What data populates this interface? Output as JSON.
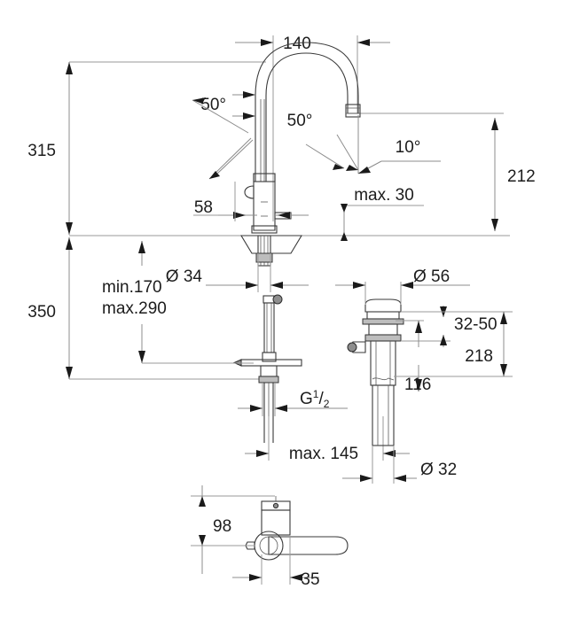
{
  "drawing": {
    "title": "Single-lever basin mixer dimensional drawing",
    "units": "mm",
    "line_color": "#8c8c8c",
    "outline_color": "#3a3a3a",
    "text_color": "#1c1c1c",
    "background": "#ffffff"
  },
  "dimensions": {
    "spout_reach": "140",
    "total_height": "315",
    "overall_height": "350",
    "spout_height": "212",
    "body_offset": "58",
    "aerator_angle": "10°",
    "swivel_angle_left": "50°",
    "swivel_angle_right": "50°",
    "max_deck_thickness": "max. 30",
    "shank_diameter": "Ø 34",
    "waste_flange_diameter": "Ø 56",
    "hose_min": "min.170",
    "hose_max": "max.290",
    "thread": "G",
    "thread_frac_num": "1",
    "thread_frac_den": "2",
    "max_tail_length": "max. 145",
    "waste_deck_range": "32-50",
    "waste_total_height": "218",
    "waste_outlet_height": "116",
    "waste_pipe_diameter": "Ø 32",
    "plan_handle_offset": "98",
    "plan_body_width": "35"
  },
  "labels": {
    "top_reach": "140",
    "left_upper": "315",
    "left_lower": "350",
    "right_upper": "212",
    "angle_left": "50°",
    "angle_center": "50°",
    "angle_aerator": "10°",
    "deck_max": "max. 30",
    "offset_58": "58",
    "dia_34": "Ø 34",
    "dia_56": "Ø 56",
    "hose_min": "min.170",
    "hose_max": "max.290",
    "range_32_50": "32-50",
    "height_218": "218",
    "height_116": "116",
    "tail_145": "max. 145",
    "dia_32": "Ø 32",
    "plan_98": "98",
    "plan_35": "35"
  }
}
